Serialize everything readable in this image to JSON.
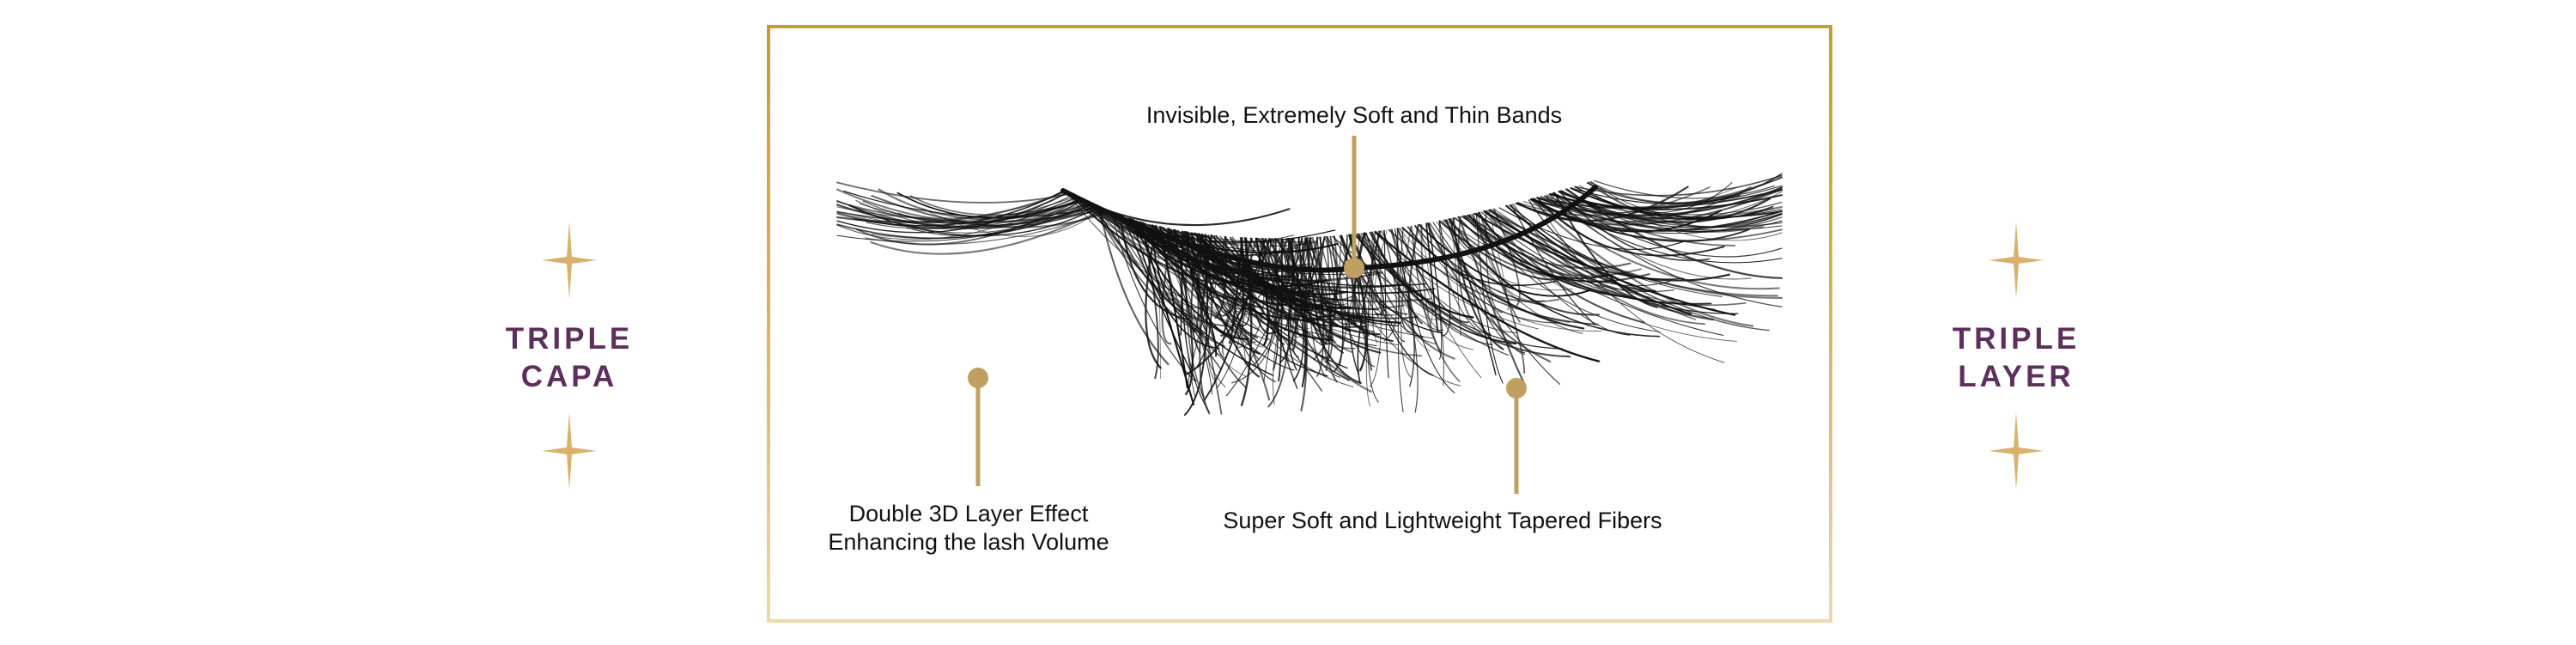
{
  "colors": {
    "label_purple": "#5e2f5c",
    "gold": "#bfa060",
    "sparkle_gold": "#d8b16c",
    "frame_gold": "#c99a2e",
    "lash_black": "#111111"
  },
  "left_label": {
    "line1": "TRIPLE",
    "line2": "CAPA"
  },
  "right_label": {
    "line1": "TRIPLE",
    "line2": "LAYER"
  },
  "callouts": {
    "top": "Invisible, Extremely Soft and Thin Bands",
    "bottom_left_line1": "Double 3D Layer Effect",
    "bottom_left_line2": "Enhancing the lash Volume",
    "bottom_right": "Super Soft and Lightweight Tapered Fibers"
  },
  "icons": {
    "sparkle": "four-point-star-icon",
    "marker": "gold-dot-marker"
  }
}
